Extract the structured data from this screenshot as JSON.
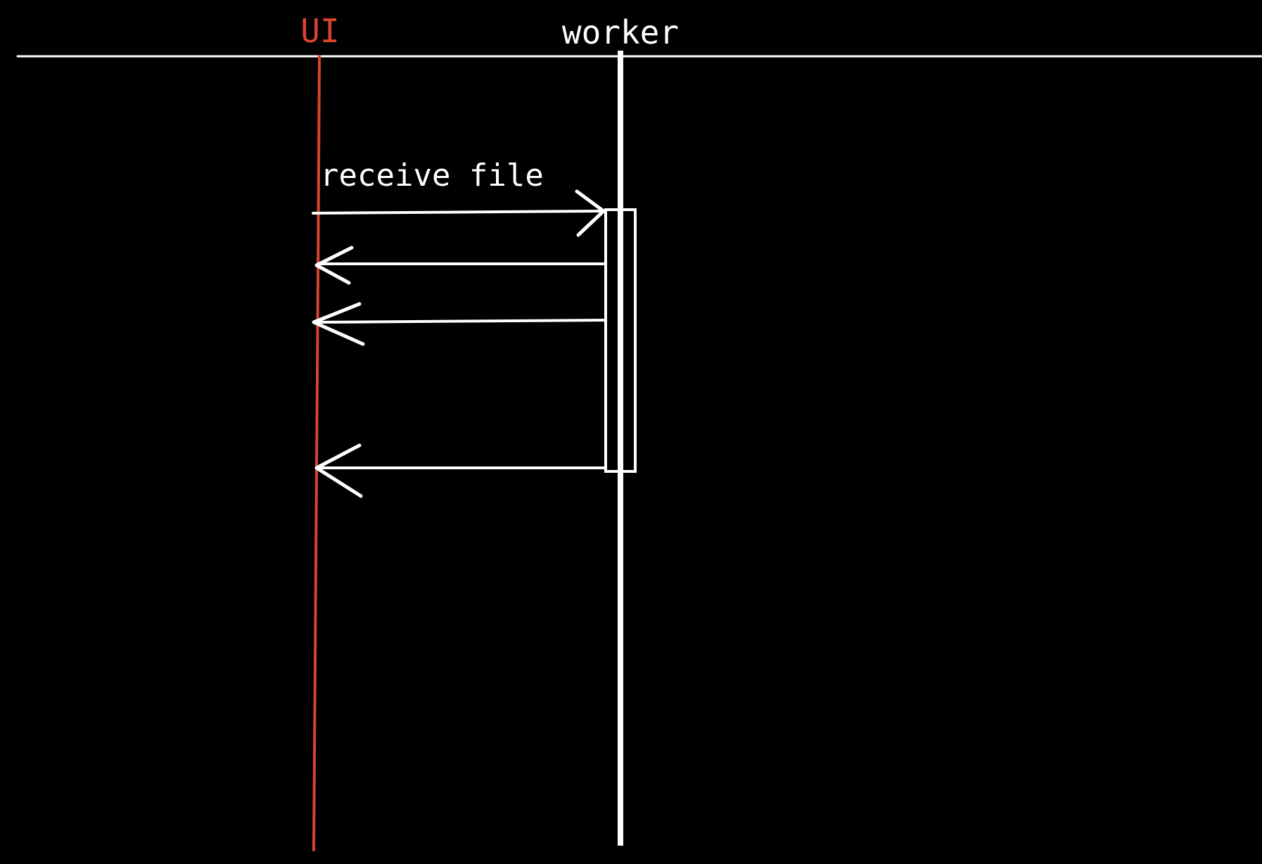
{
  "participants": [
    {
      "id": "ui",
      "label": "UI",
      "color": "#d9442f"
    },
    {
      "id": "worker",
      "label": "worker",
      "color": "#ffffff"
    }
  ],
  "messages": [
    {
      "from": "ui",
      "to": "worker",
      "label": "receive file"
    },
    {
      "from": "worker",
      "to": "ui",
      "label": ""
    },
    {
      "from": "worker",
      "to": "ui",
      "label": ""
    },
    {
      "from": "worker",
      "to": "ui",
      "label": ""
    }
  ],
  "colors": {
    "background": "#000000",
    "line": "#ffffff",
    "ui_lifeline": "#d9442f"
  }
}
